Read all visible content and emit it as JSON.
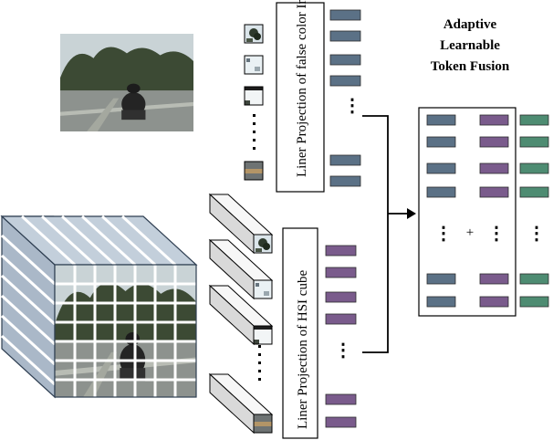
{
  "fusion": {
    "title_lines": [
      "Adaptive",
      "Learnable",
      "Token Fusion"
    ],
    "plus": "+"
  },
  "projections": {
    "false_color_label": "Liner Projection of false color Image",
    "hsi_label": "Liner Projection of HSI cube"
  },
  "icons": {
    "scene_photo": "street-scene-photo",
    "hsi_cube": "hyperspectral-cube",
    "patch": "image-patch-icon",
    "token": "token-bar"
  },
  "colors": {
    "token_false_color": "#5b7186",
    "token_hsi": "#7a5b8c",
    "token_fused": "#4e8c72",
    "cube_face": "#b6c3d1",
    "cube_edge": "#2f3f52"
  }
}
